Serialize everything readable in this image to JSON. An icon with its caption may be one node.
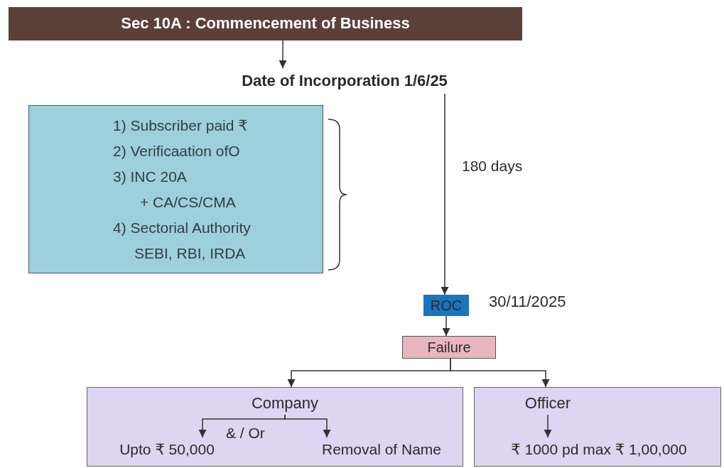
{
  "diagram": {
    "nodes": [
      {
        "text": [
          "Sec 10A : Commencement of Business"
        ]
      },
      {
        "text": [
          "Date of Incorporation 1/6/25"
        ]
      },
      {
        "text": [
          "1) Subscriber paid ₹",
          "2) Verificaation ofO",
          "3) INC 20A",
          "+ CA/CS/CMA",
          "4) Sectorial Authority",
          "SEBI, RBI, IRDA"
        ]
      },
      {
        "text": [
          "ROC"
        ],
        "beside": [
          "30/11/2025"
        ]
      },
      {
        "text": [
          "Failure"
        ]
      },
      {
        "text": [],
        "shape": "box"
      },
      {
        "text": [
          "Company"
        ],
        "in": 5
      },
      {
        "text": [
          "Upto ₹ 50,000"
        ],
        "in": 5
      },
      {
        "text": [
          "Removal of Name"
        ],
        "in": 5
      },
      {
        "text": [],
        "shape": "box"
      },
      {
        "text": [
          "Officer"
        ],
        "in": 9
      },
      {
        "text": [
          "₹ 1000 pd max ₹ 1,00,000"
        ],
        "in": 9
      }
    ],
    "edges": [
      {
        "from": 0,
        "to": 1,
        "arrow": "to"
      },
      {
        "from": 1,
        "to": 3,
        "arrow": "to",
        "label": "180 days"
      },
      {
        "from": 3,
        "to": 4,
        "arrow": "to"
      },
      {
        "from": 4,
        "to": 5,
        "arrow": "to"
      },
      {
        "from": 4,
        "to": 9,
        "arrow": "to"
      },
      {
        "from": 6,
        "to": 7,
        "arrow": "to"
      },
      {
        "from": 6,
        "to": 8,
        "arrow": "to"
      },
      {
        "from": 10,
        "to": 11,
        "arrow": "to"
      }
    ],
    "labels": [
      "& / Or"
    ]
  }
}
